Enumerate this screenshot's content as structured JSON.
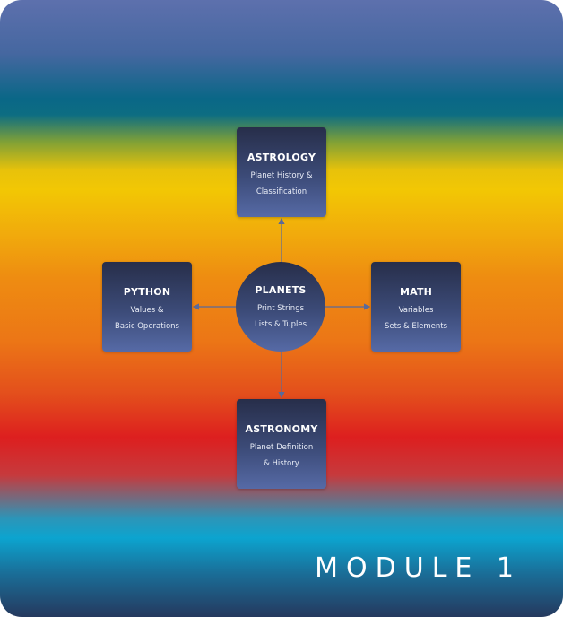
{
  "center": {
    "title": "PLANETS",
    "line1": "Print Strings",
    "line2": "Lists & Tuples"
  },
  "nodes": {
    "astrology": {
      "title": "ASTROLOGY",
      "line1": "Planet History &",
      "line2": "Classification"
    },
    "python": {
      "title": "PYTHON",
      "line1": "Values &",
      "line2": "Basic Operations"
    },
    "math": {
      "title": "MATH",
      "line1": "Variables",
      "line2": "Sets & Elements"
    },
    "astronomy": {
      "title": "ASTRONOMY",
      "line1": "Planet Definition",
      "line2": "& History"
    }
  },
  "module": {
    "label": "MODULE 1"
  },
  "colors": {
    "node_fill_top": "#272e4a",
    "node_fill_bottom": "#566aa6",
    "connector": "#5a6a9a",
    "text": "#ffffff"
  }
}
